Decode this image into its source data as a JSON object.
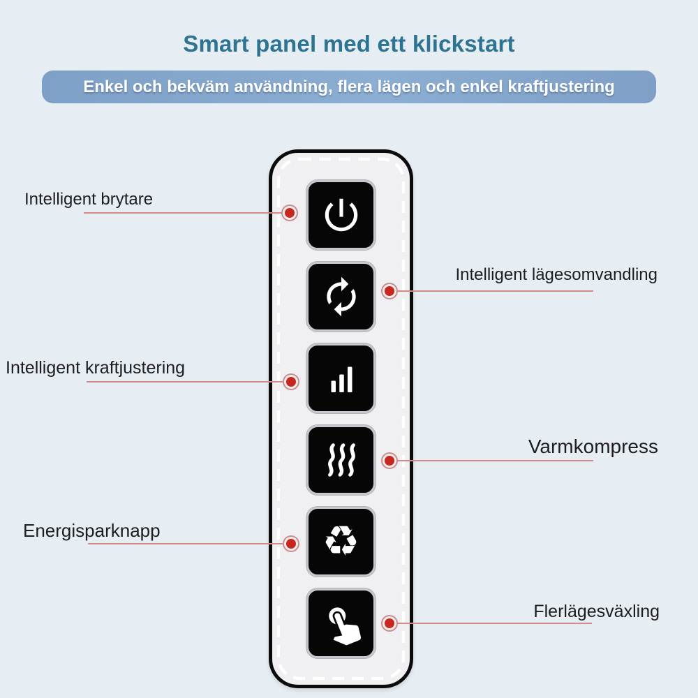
{
  "title": "Smart panel med ett klickstart",
  "subtitle": "Enkel och bekväm användning, flera lägen och enkel kraftjustering",
  "panel": {
    "buttons": [
      {
        "id": "power",
        "icon": "power-icon",
        "label": "Intelligent brytare",
        "label_side": "left"
      },
      {
        "id": "mode-cycle",
        "icon": "cycle-arrows-icon",
        "label": "Intelligent lägesomvandling",
        "label_side": "right"
      },
      {
        "id": "power-level",
        "icon": "level-bars-icon",
        "label": "Intelligent kraftjustering",
        "label_side": "left"
      },
      {
        "id": "heat",
        "icon": "heat-waves-icon",
        "label": "Varmkompress",
        "label_side": "right"
      },
      {
        "id": "energy-save",
        "icon": "recycle-icon",
        "label": "Energisparknapp",
        "label_side": "left"
      },
      {
        "id": "multi-mode",
        "icon": "touch-hand-icon",
        "label": "Flerlägesväxling",
        "label_side": "right"
      }
    ]
  },
  "glyphs": {
    "recycle": "♻"
  },
  "colors": {
    "background": "#e6eef3",
    "title_text": "#2e7492",
    "banner_fill": "#84a6cb",
    "banner_text": "#ffffff",
    "panel_fill": "#f0eff1",
    "panel_border": "#0b0b0b",
    "button_fill": "#060606",
    "icon": "#ffffff",
    "callout_text": "#1d1d1f",
    "connector_line": "#d28a8a",
    "marker_dot": "#c9271e"
  }
}
